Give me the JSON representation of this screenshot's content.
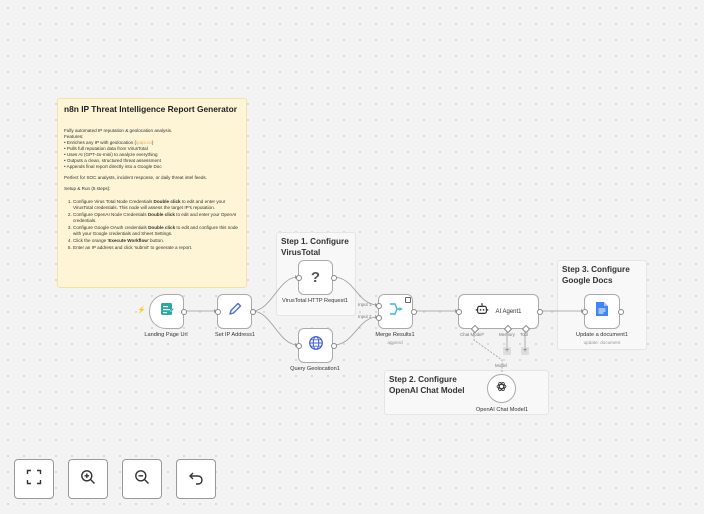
{
  "sticky_main": {
    "title": "n8n IP Threat Intelligence Report Generator",
    "line1": "Fully automated IP reputation & geolocation analysis.",
    "features_label": "Features:",
    "f1_pre": "• Enriches any IP with geolocation (",
    "f1_link": "ipapi.co",
    "f1_post": ")",
    "f2": "• Pulls full reputation data from VirusTotal",
    "f3": "• Uses AI (GPT-4o-mini) to analyze everything",
    "f4": "• Outputs a clean, structured threat assessment",
    "f5": "• Appends final report directly into a Google Doc",
    "perfect": "Perfect for SOC analysts, incident response, or daily threat intel feeds.",
    "setup": "Setup & Run (5 steps):",
    "steps": {
      "s1_a": "Configure Virus Total Node Credentials ",
      "s1_b": "Double click",
      "s1_c": " to edit and enter your VirusTotal credentials. This node will assess the target IP's reputation.",
      "s2_a": "Configure OpenAI Node Credentials ",
      "s2_b": "Double click",
      "s2_c": " to edit and enter your OpenAI credentials.",
      "s3_a": "Configure Google OAuth credentials ",
      "s3_b": "Double click",
      "s3_c": " to edit and configure this node with your Google credentials and Sheet Settings.",
      "s4_a": "Click the orange '",
      "s4_b": "Execute Workflow",
      "s4_c": "' button.",
      "s5": "Enter an IP address and click 'submit' to generate a report."
    }
  },
  "sticky_notes": {
    "step1": "Step 1. Configure VirusTotal",
    "step2": "Step 2. Configure OpenAI Chat Model",
    "step3": "Step 3. Configure Google Docs"
  },
  "nodes": {
    "landing": "Landing Page Url",
    "setip": "Set IP Address1",
    "vt": "VirusTotal HTTP Request1",
    "geo": "Query Geolocation1",
    "merge": "Merge Results1",
    "merge_sub": "append",
    "merge_in1": "Input 1",
    "merge_in2": "Input 2",
    "agent": "AI Agent1",
    "agent_chat": "Chat Model*",
    "agent_memory": "Memory",
    "agent_tool": "Tool",
    "openai": "OpenAI Chat Model1",
    "openai_port": "Model",
    "gdocs": "Update a document1",
    "gdocs_sub": "update: document"
  },
  "colors": {
    "sticky_main_bg": "#fdf5d6",
    "sticky_grey_bg": "#f8f8f8",
    "accent_orange": "#ff6d5a",
    "edit_blue": "#4a6fd3",
    "globe_blue": "#3e5bd8",
    "merge_teal": "#3fb7d4",
    "form_teal": "#2aa8a3",
    "docs_blue": "#4285f4"
  },
  "icons": {
    "trigger": "bolt-icon",
    "landing": "form-icon",
    "setip": "pencil-icon",
    "vt": "question-icon",
    "geo": "globe-icon",
    "merge": "merge-icon",
    "agent": "robot-icon",
    "openai": "openai-icon",
    "gdocs": "google-docs-icon",
    "zoom_fit": "fit-screen-icon",
    "zoom_in": "zoom-in-icon",
    "zoom_out": "zoom-out-icon",
    "undo": "undo-icon"
  }
}
